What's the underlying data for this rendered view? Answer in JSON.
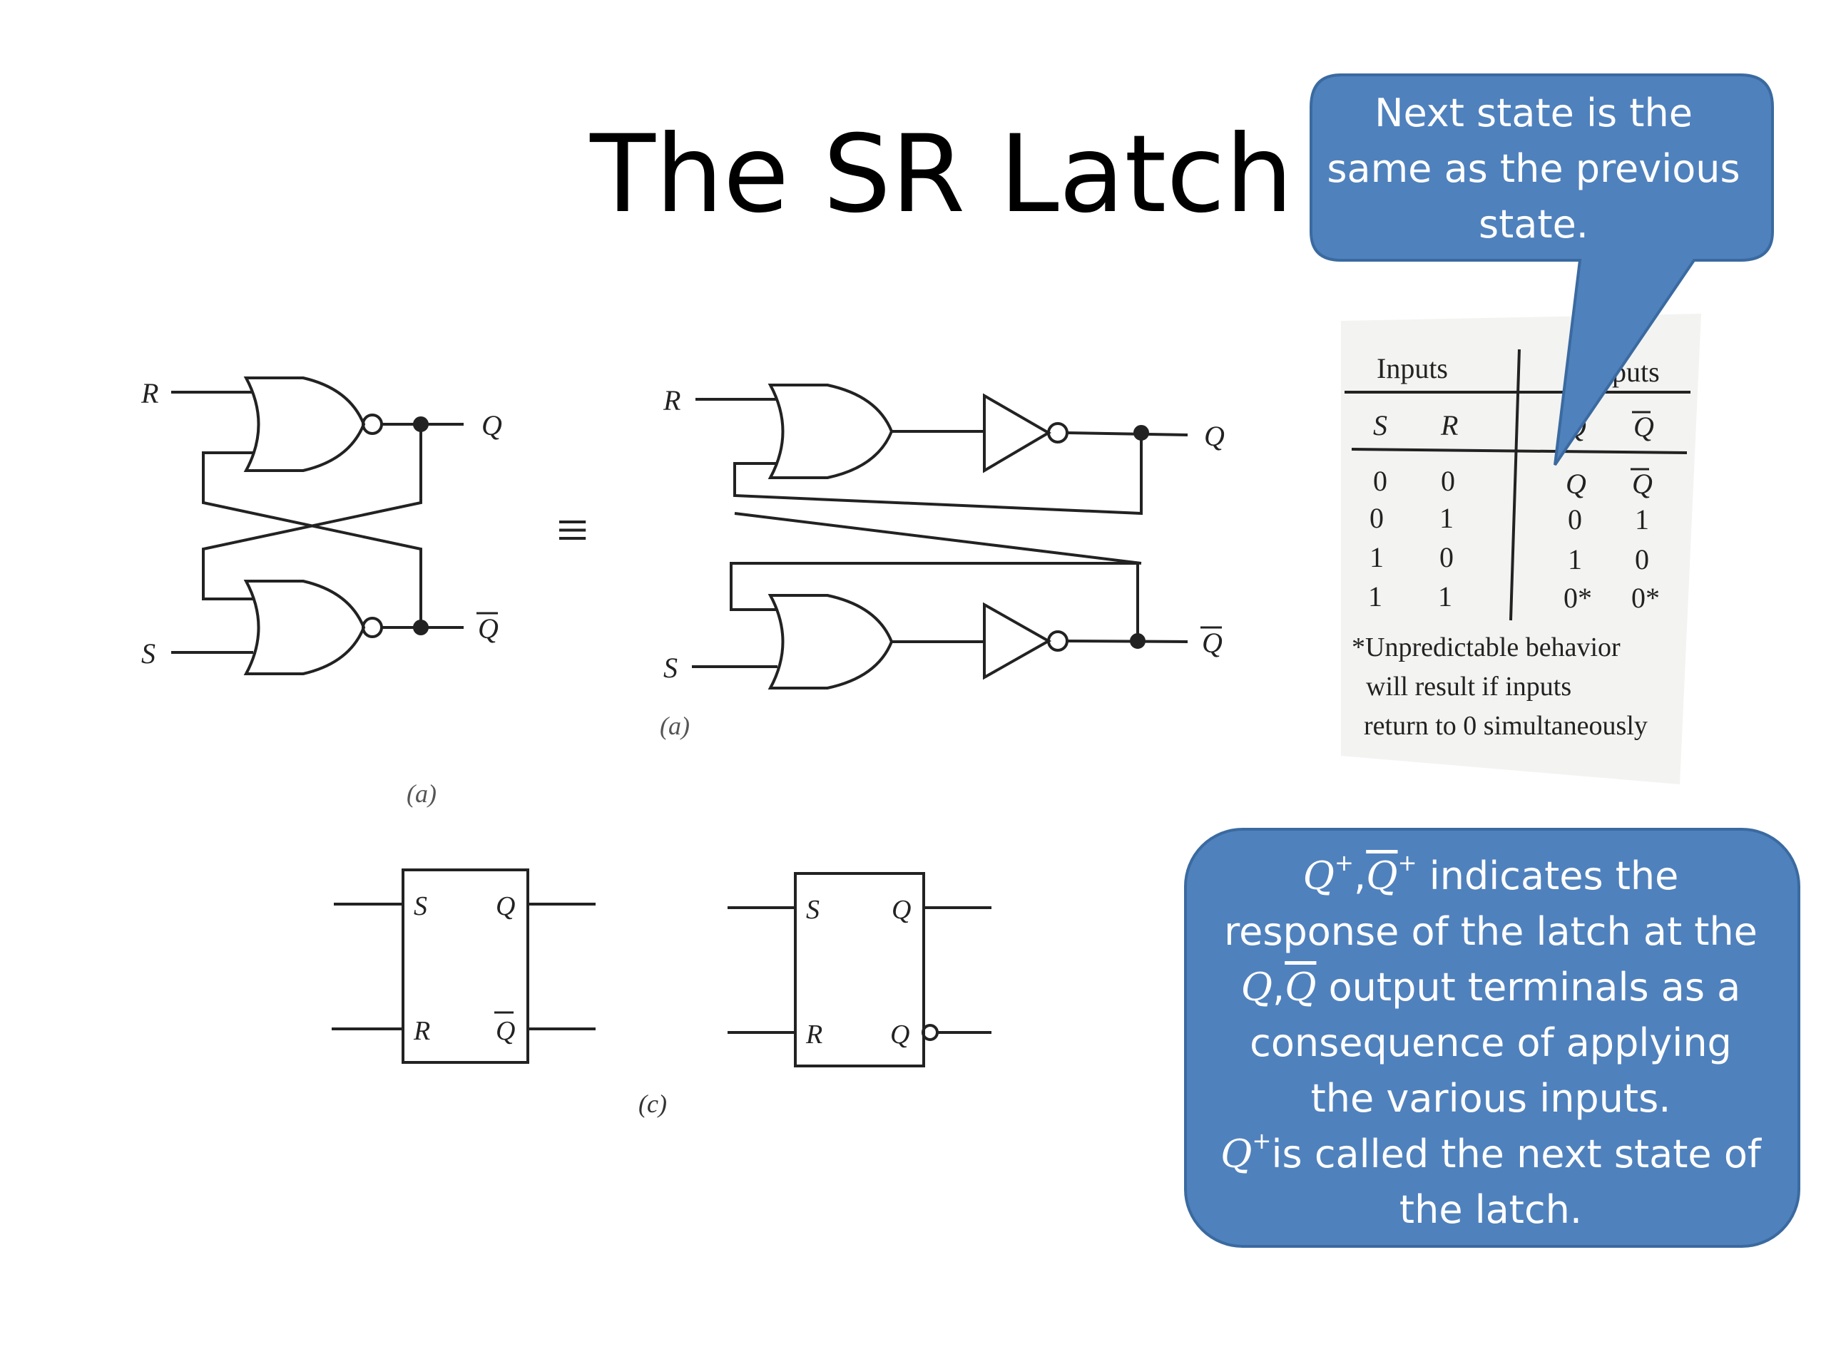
{
  "title": "The SR Latch",
  "diagram": {
    "labels": {
      "r": "R",
      "s": "S",
      "q": "Q",
      "qbar": "Q",
      "equiv": "≡",
      "cap_a_left": "(a)",
      "cap_a_right": "(a)",
      "cap_c": "(c)",
      "box_s": "S",
      "box_r": "R",
      "box_q": "Q",
      "box_qbar": "Q"
    }
  },
  "truth_table": {
    "inputs_header": "Inputs",
    "outputs_header": "Outputs",
    "col_s": "S",
    "col_r": "R",
    "col_qplus": "Q",
    "col_qbarplus": "Q",
    "rows": [
      [
        "0",
        "0",
        "Q",
        "Q"
      ],
      [
        "0",
        "1",
        "0",
        "1"
      ],
      [
        "1",
        "0",
        "1",
        "0"
      ],
      [
        "1",
        "1",
        "0*",
        "0*"
      ]
    ],
    "footnote": [
      "*Unpredictable behavior",
      "will result if inputs",
      "return to 0 simultaneously"
    ]
  },
  "callout_top": {
    "lines": [
      "Next state is the",
      "same as the previous",
      "state."
    ]
  },
  "callout_bottom": {
    "q": "Q",
    "comma": ",",
    "indicates": " indicates the",
    "line2": "response of the latch at the",
    "line3_tail": " output terminals as a",
    "line4": "consequence of applying",
    "line5": "the various inputs.",
    "line6_tail": "is called the next state of",
    "line7": "the latch."
  },
  "colors": {
    "callout_fill": "#4f81bd",
    "callout_stroke": "#3a6aa0"
  }
}
